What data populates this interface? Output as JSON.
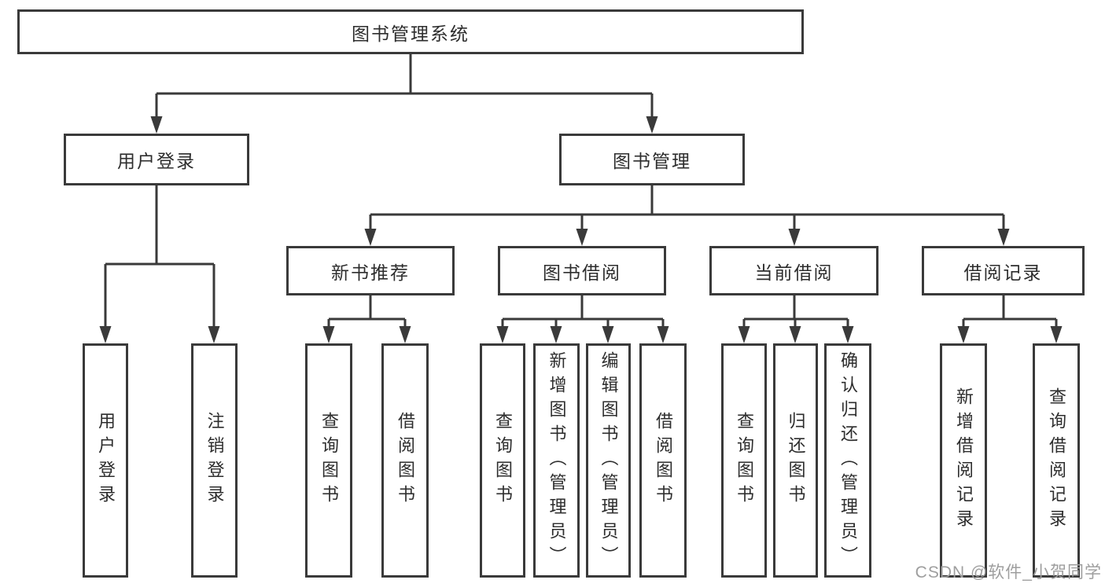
{
  "diagram": {
    "root": {
      "label": "图书管理系统"
    },
    "level2": [
      {
        "label": "用户登录"
      },
      {
        "label": "图书管理"
      }
    ],
    "level3": [
      {
        "label": "新书推荐"
      },
      {
        "label": "图书借阅"
      },
      {
        "label": "当前借阅"
      },
      {
        "label": "借阅记录"
      }
    ],
    "leaves": [
      {
        "label": "用户登录"
      },
      {
        "label": "注销登录"
      },
      {
        "label": "查询图书"
      },
      {
        "label": "借阅图书"
      },
      {
        "label": "查询图书"
      },
      {
        "label": "新增图书（管理员）"
      },
      {
        "label": "编辑图书（管理员）"
      },
      {
        "label": "借阅图书"
      },
      {
        "label": "查询图书"
      },
      {
        "label": "归还图书"
      },
      {
        "label": "确认归还（管理员）"
      },
      {
        "label": "新增借阅记录"
      },
      {
        "label": "查询借阅记录"
      }
    ],
    "watermark": "CSDN @软件_小贺同学",
    "colors": {
      "line": "#3a3a3a",
      "text": "#2d2d2d",
      "watermark": "#9e9e9e",
      "background": "#ffffff"
    }
  }
}
